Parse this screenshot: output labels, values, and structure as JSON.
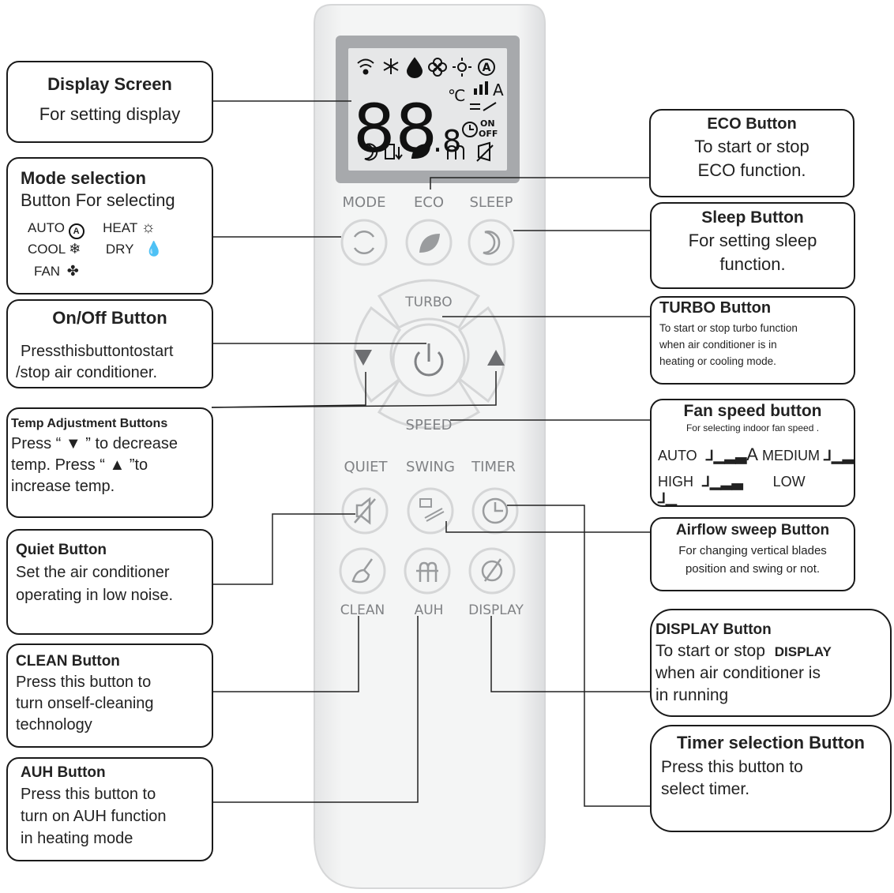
{
  "remote": {
    "lcd_digits": "88",
    "lcd_decimal": ".8",
    "lcd_celsius": "℃",
    "lcd_on": "ON",
    "lcd_off": "OFF",
    "lcd_auto_letter": "A",
    "button_labels": {
      "mode": "MODE",
      "eco": "ECO",
      "sleep": "SLEEP",
      "turbo": "TURBO",
      "speed": "SPEED",
      "quiet": "QUIET",
      "swing": "SWING",
      "timer": "TIMER",
      "clean": "CLEAN",
      "auh": "AUH",
      "display": "DISPLAY"
    },
    "colors": {
      "body": "#f1f2f2",
      "lcd_frame": "#a7a9ac",
      "lcd_screen": "#e6e7e8",
      "label_gray": "#808285",
      "button_ring": "#d8d9da"
    }
  },
  "callouts": {
    "display_screen": {
      "title": "Display Screen",
      "desc": "For setting display"
    },
    "mode": {
      "title": "Mode selection",
      "desc": "Button For selecting",
      "auto": "AUTO",
      "heat": "HEAT",
      "cool": "COOL",
      "dry": "DRY",
      "fan": "FAN"
    },
    "onoff": {
      "title": "On/Off Button",
      "desc1": "Pressthisbuttontostart",
      "desc2": "/stop air conditioner."
    },
    "temp": {
      "title": "Temp Adjustment Buttons",
      "line1": "Press “ ▼ ” to decrease",
      "line2": "temp. Press “ ▲ ”to",
      "line3": "increase temp."
    },
    "quiet": {
      "title": "Quiet Button",
      "line1": "Set the air conditioner",
      "line2": "operating in low noise."
    },
    "clean": {
      "title": "CLEAN Button",
      "line1": "Press this button to",
      "line2": "turn onself-cleaning",
      "line3": "technology"
    },
    "auh": {
      "title": "AUH Button",
      "line1": "Press this button to",
      "line2": "turn on  AUH function",
      "line3": "in heating mode"
    },
    "eco": {
      "title": "ECO Button",
      "line1": "To start or stop",
      "line2": "ECO function."
    },
    "sleep": {
      "title": "Sleep Button",
      "line1": "For setting sleep",
      "line2": "function."
    },
    "turbo": {
      "title": "TURBO Button",
      "line1": "To start or stop turbo function",
      "line2": "when air conditioner is in",
      "line3": "heating or cooling mode."
    },
    "fanspeed": {
      "title": "Fan speed button",
      "subtitle": "For selecting indoor fan speed .",
      "auto": "AUTO",
      "auto_letter": "A",
      "medium": "MEDIUM",
      "high": "HIGH",
      "low": "LOW"
    },
    "airflow": {
      "title": "Airflow sweep Button",
      "line1": "For changing vertical blades",
      "line2": "position and swing or not."
    },
    "display_btn": {
      "title": "DISPLAY Button",
      "line1a": "To start or stop",
      "line1b": "DISPLAY",
      "line2": "when air conditioner is",
      "line3": "in running"
    },
    "timer": {
      "title": "Timer selection Button",
      "line1": "Press this button to",
      "line2": "select timer."
    }
  }
}
